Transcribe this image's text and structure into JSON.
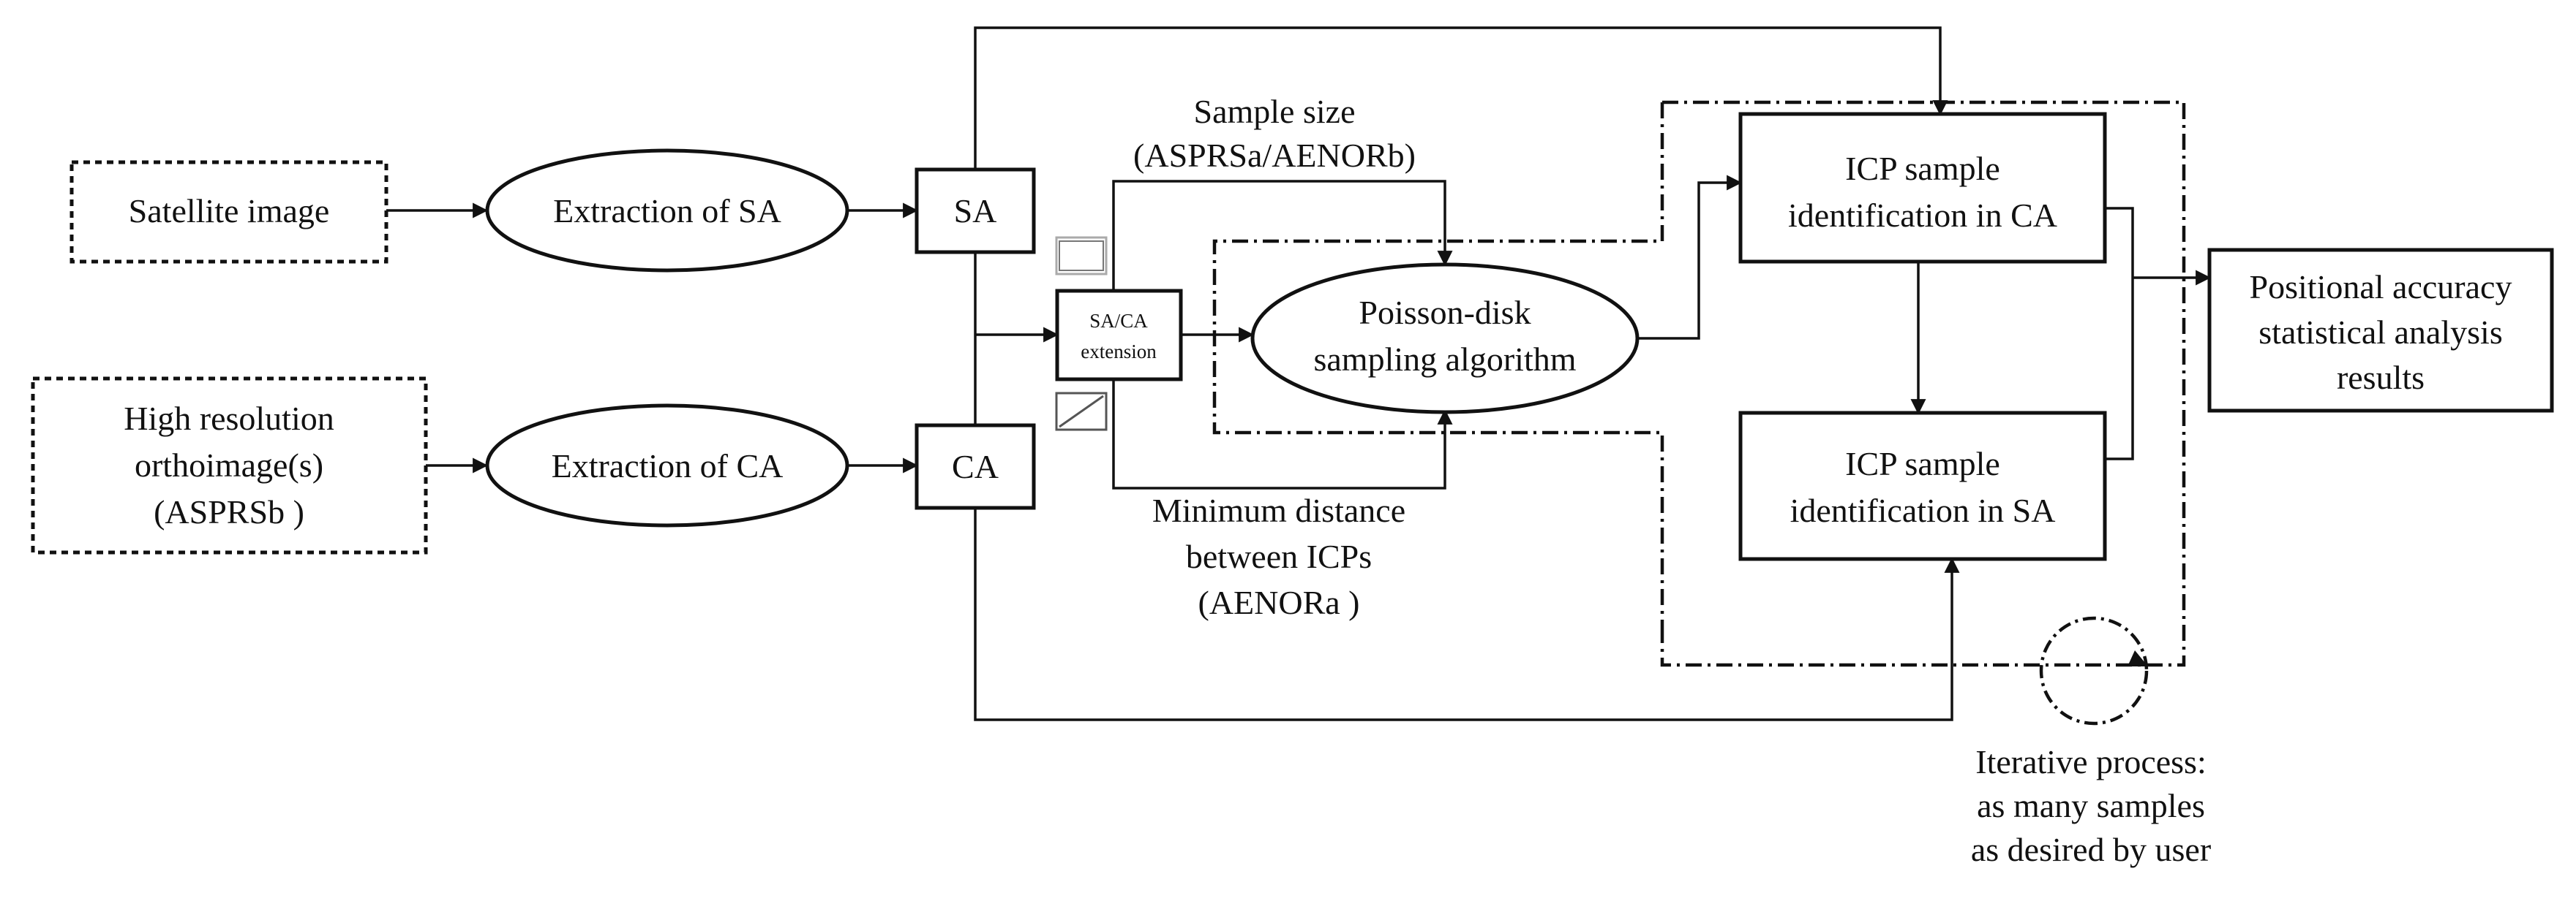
{
  "nodes": {
    "satellite_image": "Satellite image",
    "extraction_sa": "Extraction of SA",
    "sa": "SA",
    "hr_ortho_line1": "High resolution",
    "hr_ortho_line2": "orthoimage(s)",
    "hr_ortho_line3": "(ASPRSb )",
    "extraction_ca": "Extraction of CA",
    "ca": "CA",
    "sa_ca_ext_line1": "SA/CA",
    "sa_ca_ext_line2": "extension",
    "poisson_line1": "Poisson-disk",
    "poisson_line2": "sampling algorithm",
    "icp_ca_line1": "ICP sample",
    "icp_ca_line2": "identification in CA",
    "icp_sa_line1": "ICP sample",
    "icp_sa_line2": "identification in SA",
    "positional_line1": "Positional accuracy",
    "positional_line2": "statistical analysis",
    "positional_line3": "results"
  },
  "labels": {
    "sample_size_line1": "Sample size",
    "sample_size_line2": "(ASPRSa/AENORb)",
    "min_distance_line1": "Minimum distance",
    "min_distance_line2": "between ICPs",
    "min_distance_line3": "(AENORa )",
    "iterative_line1": "Iterative process:",
    "iterative_line2": "as many samples",
    "iterative_line3": "as desired by user"
  }
}
